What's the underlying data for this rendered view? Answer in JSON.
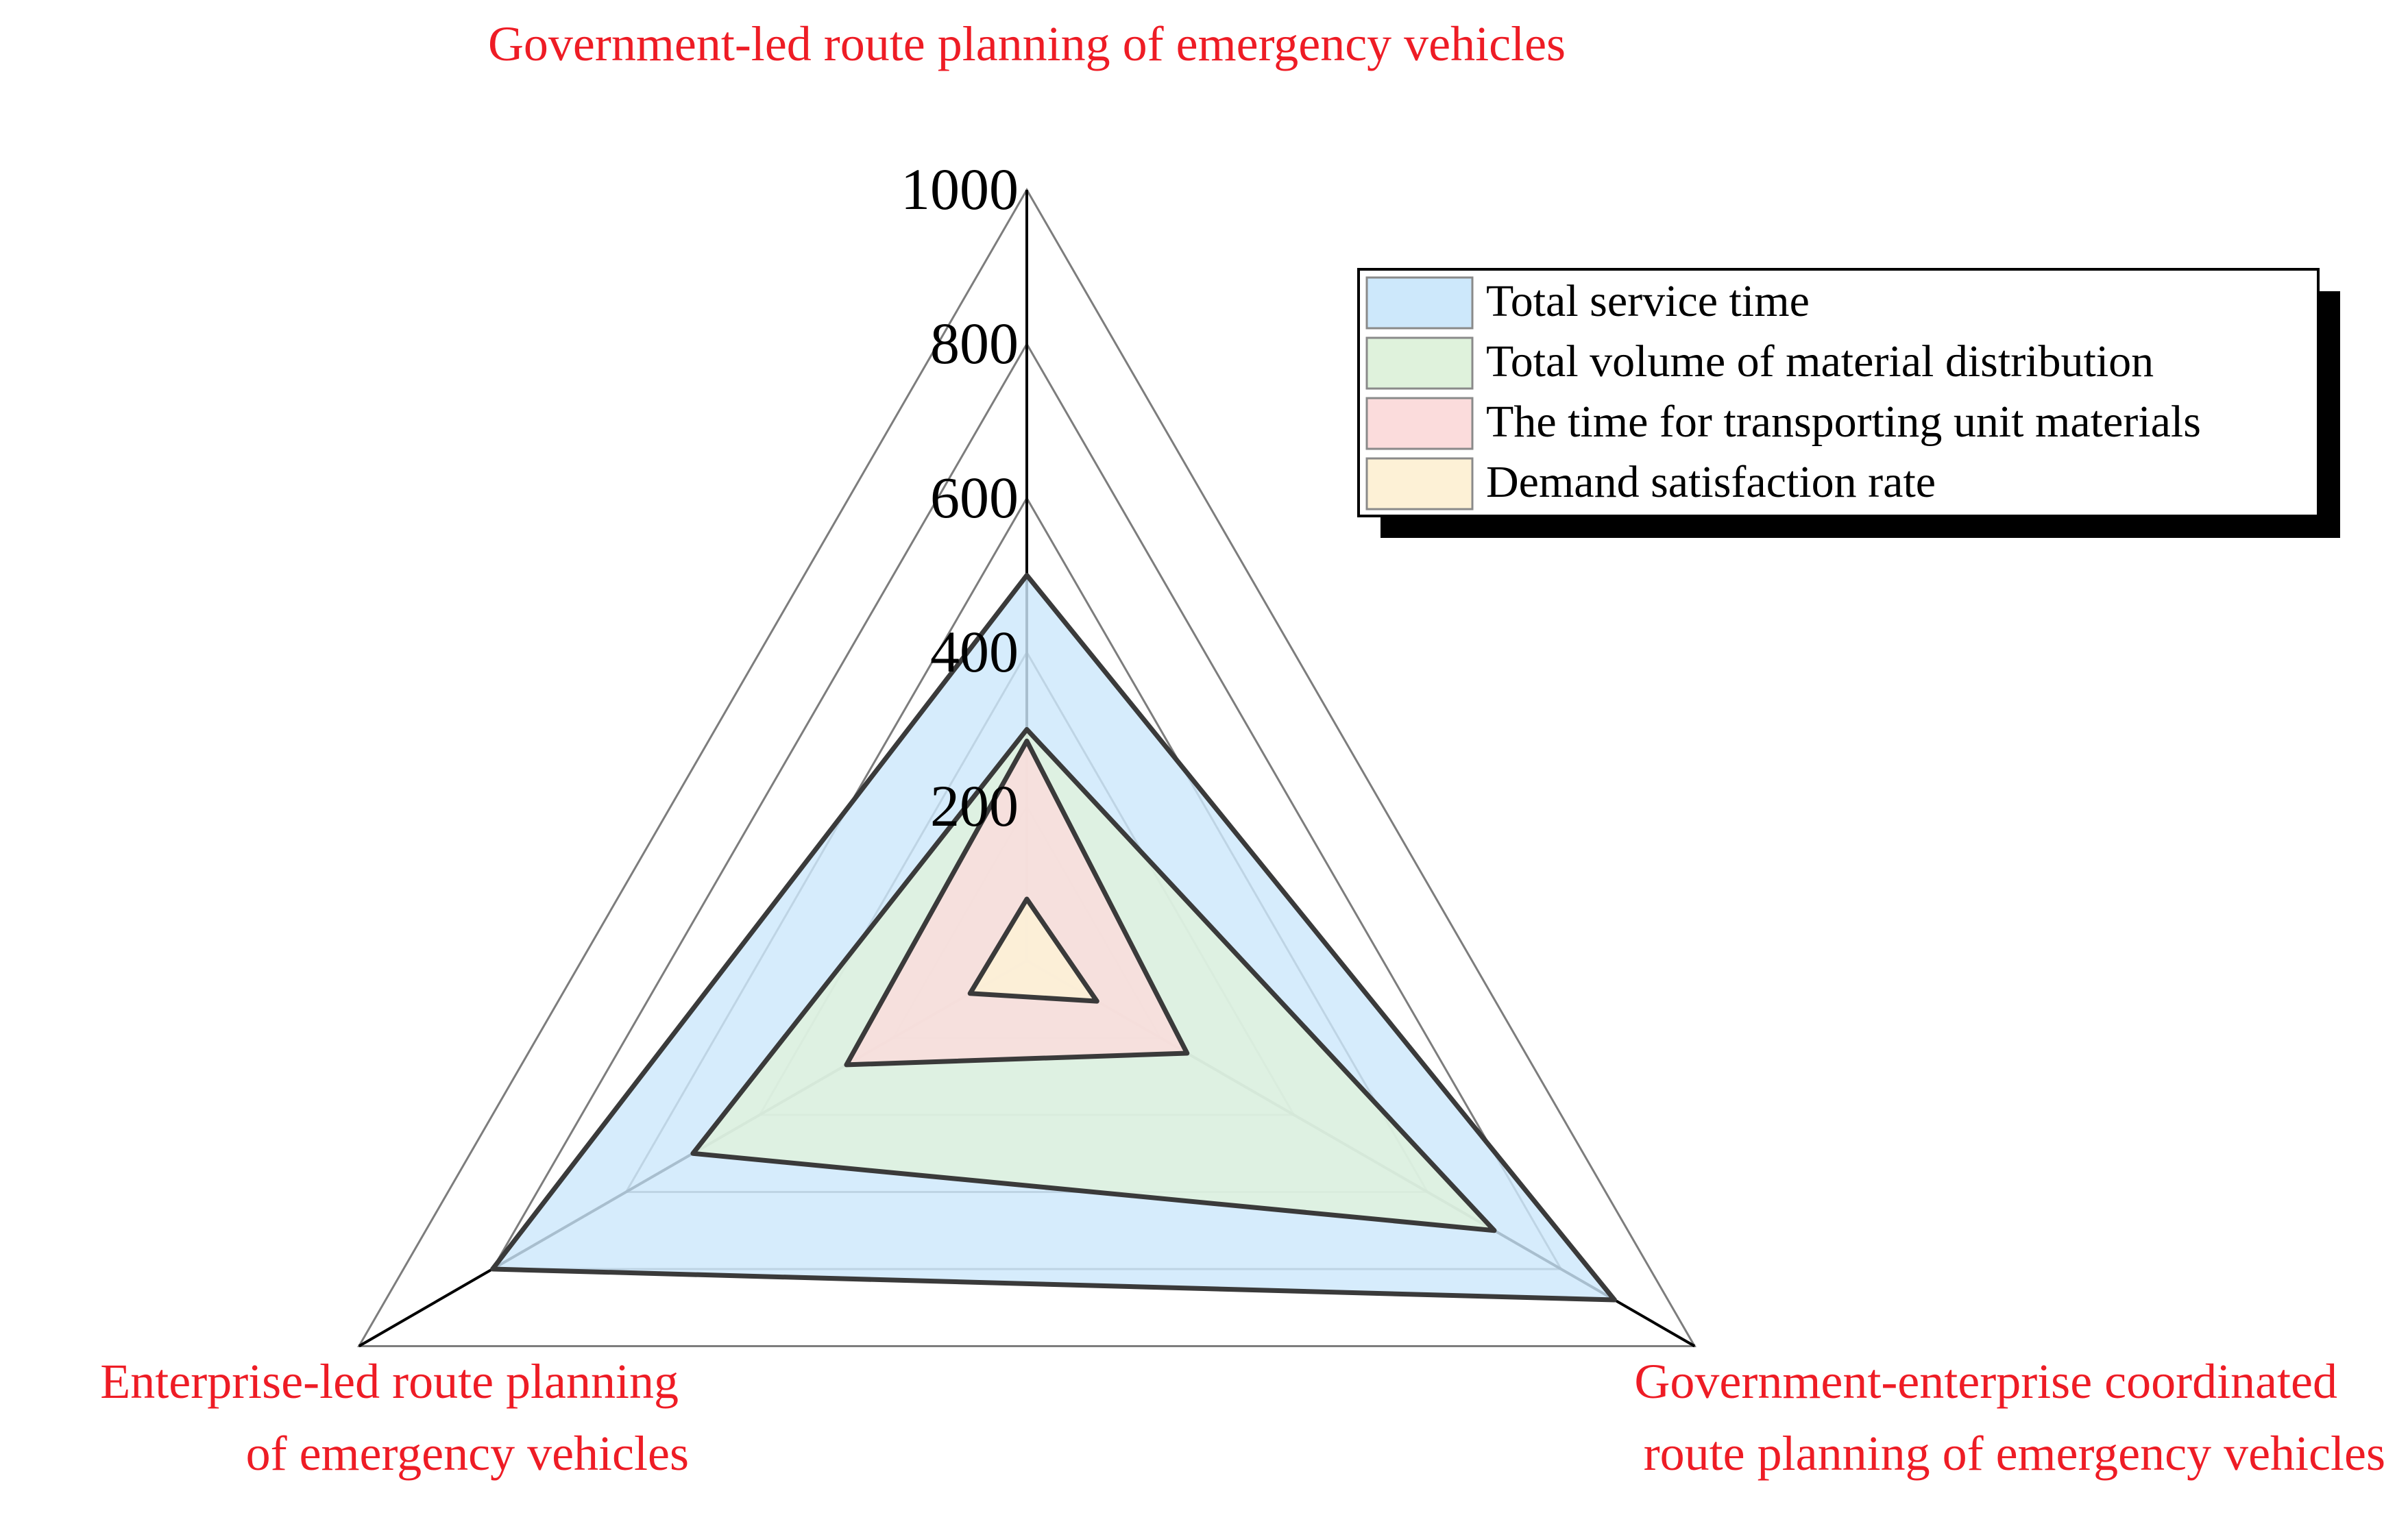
{
  "chart_data": {
    "type": "radar",
    "axes": [
      {
        "label_lines": [
          "Government-led route planning of emergency vehicles"
        ]
      },
      {
        "label_lines": [
          "Government-enterprise coordinated",
          "route planning of emergency vehicles"
        ]
      },
      {
        "label_lines": [
          "Enterprise-led route planning",
          "of emergency vehicles"
        ]
      }
    ],
    "radial_ticks": [
      200,
      400,
      600,
      800,
      1000
    ],
    "range": [
      0,
      1000
    ],
    "grid": true,
    "legend_position": "top-right",
    "series": [
      {
        "name": "Total service time",
        "values": [
          500,
          880,
          800
        ],
        "color": "#cde8fb"
      },
      {
        "name": "Total volume of material distribution",
        "values": [
          300,
          700,
          500
        ],
        "color": "#dff2dc"
      },
      {
        "name": "The time for transporting unit materials",
        "values": [
          285,
          240,
          270
        ],
        "color": "#fbdcdc"
      },
      {
        "name": "Demand satisfaction rate",
        "values": [
          80,
          105,
          85
        ],
        "color": "#fdf1d6"
      }
    ],
    "label_color": "#ee1c25",
    "outline_color": "#3a3a3a"
  }
}
